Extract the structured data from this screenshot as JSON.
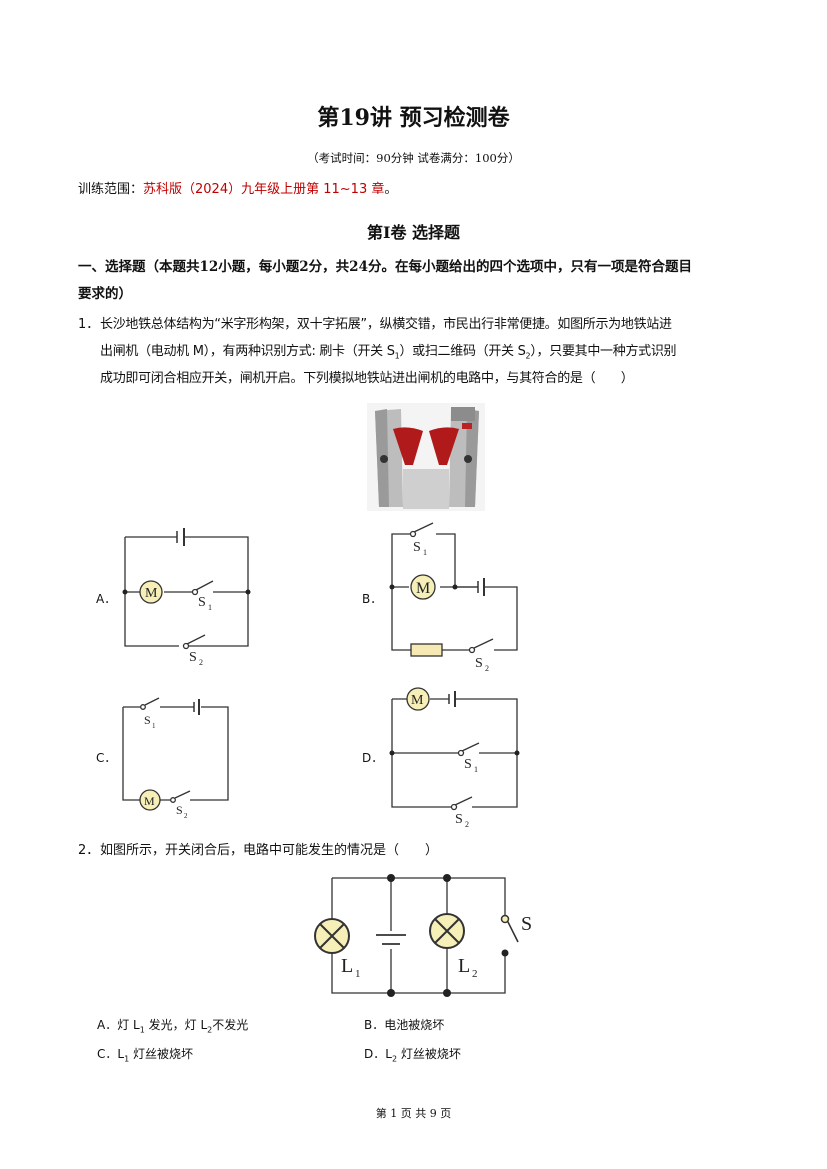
{
  "title": "第19讲  预习检测卷",
  "subtitle": "（考试时间：90分钟   试卷满分：100分）",
  "range": {
    "label": "训练范围：",
    "value": "苏科版（2024）九年级上册第 11~13 章",
    "end": "。"
  },
  "part_title": "第Ⅰ卷    选择题",
  "section": {
    "line1": "一、选择题（本题共12小题，每小题2分，共24分。在每小题给出的四个选项中，只有一项是符合题目",
    "line2": "要求的）"
  },
  "q1": {
    "num": "1．",
    "line1": "长沙地铁总体结构为“米字形构架，双十字拓展”，纵横交错，市民出行非常便捷。如图所示为地铁站进",
    "line2a": "出闸机（电动机 M），有两种识别方式: 刷卡（开关 S",
    "line2b": "1",
    "line2c": "）或扫二维码（开关 S",
    "line2d": "2",
    "line2e": "），只要其中一种方式识别",
    "line3": "成功即可闭合相应开关，闸机开启。下列模拟地铁站进出闸机的电路中，与其符合的是（　　）",
    "options": [
      "A．",
      "B．",
      "C．",
      "D．"
    ],
    "labels": {
      "motor": "M",
      "s": "S",
      "one": "1",
      "two": "2"
    }
  },
  "q2": {
    "num": "2．",
    "text": "如图所示，开关闭合后，电路中可能发生的情况是（　　）",
    "labels": {
      "l": "L",
      "one": "1",
      "two": "2",
      "s": "S"
    },
    "options": {
      "a": {
        "k": "A．",
        "p1": "灯 L",
        "s1": "1",
        "p2": " 发光，灯 L",
        "s2": "2",
        "p3": "不发光"
      },
      "b": {
        "k": "B．",
        "p1": "电池被烧坏"
      },
      "c": {
        "k": "C．",
        "p1": "L",
        "s1": "1",
        "p2": " 灯丝被烧坏"
      },
      "d": {
        "k": "D．",
        "p1": "L",
        "s1": "2",
        "p2": " 灯丝被烧坏"
      }
    }
  },
  "footer": "第 1 页 共 9 页"
}
